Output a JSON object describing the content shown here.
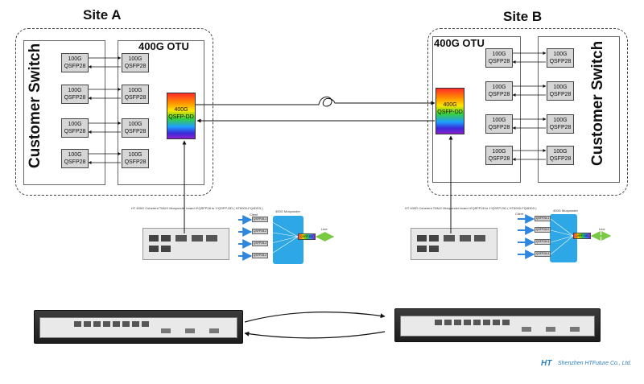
{
  "site_a": {
    "title": "Site A",
    "switch_label": "Customer Switch",
    "otu_label": "400G OTU",
    "qsfp_label": "100G\nQSFP28",
    "dd_label": "400G\nQSFP-DD"
  },
  "site_b": {
    "title": "Site B",
    "switch_label": "Customer Switch",
    "otu_label": "400G OTU",
    "qsfp_label": "100G\nQSFP28",
    "dd_label": "400G\nQSFP-DD"
  },
  "card_a": {
    "caption": "HT 400G Coherent TMUX Muxponder board  4*QSFP28 to 1*QSFP-DD ( HT6000-FQ4DD3 )",
    "client_label": "Client",
    "mux_title": "400G Muxponder",
    "line_label": "Line",
    "ports": [
      "QSFP28-1",
      "QSFP28-2",
      "QSFP28-3",
      "QSFP28-4"
    ],
    "line_port": "QSFP-DD"
  },
  "card_b": {
    "caption": "HT 400G Coherent TMUX Muxponder board  4*QSFP28 to 1*QSFP-DD ( HT6000-FQ4DD3 )",
    "client_label": "Client",
    "mux_title": "400G Muxponder",
    "line_label": "Line",
    "ports": [
      "QSFP28-1",
      "QSFP28-2",
      "QSFP28-3",
      "QSFP28-4"
    ],
    "line_port": "QSFP-DD"
  },
  "footer": {
    "company": "Shenzhen HTFuture Co., Ltd."
  },
  "colors": {
    "mux_blue": "#2ea7e6",
    "client_arrow": "#2e86de",
    "line_arrow": "#7ac943",
    "qsfp_gray": "#d6d6d6"
  }
}
